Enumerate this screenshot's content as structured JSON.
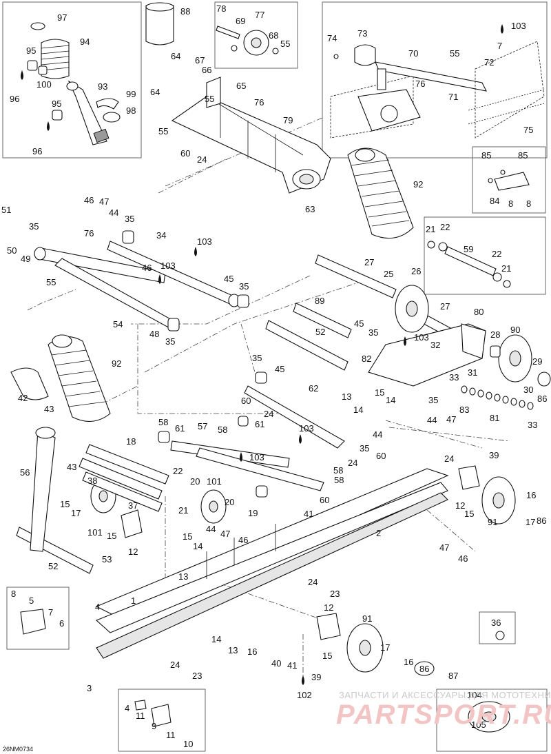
{
  "diagram_code": "26NM0734",
  "watermark": {
    "line1": "ЗАПЧАСТИ И АКСЕССУАРЫ ДЛЯ МОТОТЕХНИКИ",
    "line2": "PARTSPORT.RU"
  },
  "callouts": [
    {
      "id": "c97",
      "text": "97"
    },
    {
      "id": "c88",
      "text": "88"
    },
    {
      "id": "c78",
      "text": "78"
    },
    {
      "id": "c69",
      "text": "69"
    },
    {
      "id": "c77",
      "text": "77"
    },
    {
      "id": "c68",
      "text": "68"
    },
    {
      "id": "c55a",
      "text": "55"
    },
    {
      "id": "c74",
      "text": "74"
    },
    {
      "id": "c73",
      "text": "73"
    },
    {
      "id": "c70",
      "text": "70"
    },
    {
      "id": "c103a",
      "text": "103"
    },
    {
      "id": "c7a",
      "text": "7"
    },
    {
      "id": "c55b",
      "text": "55"
    },
    {
      "id": "c72",
      "text": "72"
    },
    {
      "id": "c76a",
      "text": "76"
    },
    {
      "id": "c71",
      "text": "71"
    },
    {
      "id": "c75",
      "text": "75"
    },
    {
      "id": "c94",
      "text": "94"
    },
    {
      "id": "c95a",
      "text": "95"
    },
    {
      "id": "c100",
      "text": "100"
    },
    {
      "id": "c96a",
      "text": "96"
    },
    {
      "id": "c93",
      "text": "93"
    },
    {
      "id": "c99",
      "text": "99"
    },
    {
      "id": "c98",
      "text": "98"
    },
    {
      "id": "c95b",
      "text": "95"
    },
    {
      "id": "c96b",
      "text": "96"
    },
    {
      "id": "c64a",
      "text": "64"
    },
    {
      "id": "c67",
      "text": "67"
    },
    {
      "id": "c66",
      "text": "66"
    },
    {
      "id": "c65",
      "text": "65"
    },
    {
      "id": "c55c",
      "text": "55"
    },
    {
      "id": "c76b",
      "text": "76"
    },
    {
      "id": "c64b",
      "text": "64"
    },
    {
      "id": "c79",
      "text": "79"
    },
    {
      "id": "c55d",
      "text": "55"
    },
    {
      "id": "c60a",
      "text": "60"
    },
    {
      "id": "c24a",
      "text": "24"
    },
    {
      "id": "c63",
      "text": "63"
    },
    {
      "id": "c92a",
      "text": "92"
    },
    {
      "id": "c85a",
      "text": "85"
    },
    {
      "id": "c85b",
      "text": "85"
    },
    {
      "id": "c84",
      "text": "84"
    },
    {
      "id": "c8a",
      "text": "8"
    },
    {
      "id": "c8b",
      "text": "8"
    },
    {
      "id": "c51",
      "text": "51"
    },
    {
      "id": "c46a",
      "text": "46"
    },
    {
      "id": "c47a",
      "text": "47"
    },
    {
      "id": "c44a",
      "text": "44"
    },
    {
      "id": "c35a",
      "text": "35"
    },
    {
      "id": "c35b",
      "text": "35"
    },
    {
      "id": "c50",
      "text": "50"
    },
    {
      "id": "c49",
      "text": "49"
    },
    {
      "id": "c76c",
      "text": "76"
    },
    {
      "id": "c34",
      "text": "34"
    },
    {
      "id": "c103b",
      "text": "103"
    },
    {
      "id": "c46b",
      "text": "46"
    },
    {
      "id": "c103c",
      "text": "103"
    },
    {
      "id": "c55e",
      "text": "55"
    },
    {
      "id": "c45a",
      "text": "45"
    },
    {
      "id": "c35c",
      "text": "35"
    },
    {
      "id": "c54",
      "text": "54"
    },
    {
      "id": "c48",
      "text": "48"
    },
    {
      "id": "c35d",
      "text": "35"
    },
    {
      "id": "c21a",
      "text": "21"
    },
    {
      "id": "c22a",
      "text": "22"
    },
    {
      "id": "c59",
      "text": "59"
    },
    {
      "id": "c22b",
      "text": "22"
    },
    {
      "id": "c21b",
      "text": "21"
    },
    {
      "id": "c27a",
      "text": "27"
    },
    {
      "id": "c25",
      "text": "25"
    },
    {
      "id": "c26",
      "text": "26"
    },
    {
      "id": "c89",
      "text": "89"
    },
    {
      "id": "c27b",
      "text": "27"
    },
    {
      "id": "c80",
      "text": "80"
    },
    {
      "id": "c45b",
      "text": "45"
    },
    {
      "id": "c35e",
      "text": "35"
    },
    {
      "id": "c103d",
      "text": "103"
    },
    {
      "id": "c28",
      "text": "28"
    },
    {
      "id": "c90",
      "text": "90"
    },
    {
      "id": "c52a",
      "text": "52"
    },
    {
      "id": "c32",
      "text": "32"
    },
    {
      "id": "c82",
      "text": "82"
    },
    {
      "id": "c29",
      "text": "29"
    },
    {
      "id": "c33a",
      "text": "33"
    },
    {
      "id": "c31",
      "text": "31"
    },
    {
      "id": "c30",
      "text": "30"
    },
    {
      "id": "c86a",
      "text": "86"
    },
    {
      "id": "c92b",
      "text": "92"
    },
    {
      "id": "c35f",
      "text": "35"
    },
    {
      "id": "c45c",
      "text": "45"
    },
    {
      "id": "c62",
      "text": "62"
    },
    {
      "id": "c42",
      "text": "42"
    },
    {
      "id": "c43a",
      "text": "43"
    },
    {
      "id": "c60b",
      "text": "60"
    },
    {
      "id": "c13a",
      "text": "13"
    },
    {
      "id": "c15a",
      "text": "15"
    },
    {
      "id": "c14a",
      "text": "14"
    },
    {
      "id": "c35g",
      "text": "35"
    },
    {
      "id": "c83",
      "text": "83"
    },
    {
      "id": "c81",
      "text": "81"
    },
    {
      "id": "c33b",
      "text": "33"
    },
    {
      "id": "c24b",
      "text": "24"
    },
    {
      "id": "c14b",
      "text": "14"
    },
    {
      "id": "c58a",
      "text": "58"
    },
    {
      "id": "c61a",
      "text": "61"
    },
    {
      "id": "c57",
      "text": "57"
    },
    {
      "id": "c58b",
      "text": "58"
    },
    {
      "id": "c61b",
      "text": "61"
    },
    {
      "id": "c103e",
      "text": "103"
    },
    {
      "id": "c44b",
      "text": "44"
    },
    {
      "id": "c35h",
      "text": "35"
    },
    {
      "id": "c44c",
      "text": "44"
    },
    {
      "id": "c47b",
      "text": "47"
    },
    {
      "id": "c24c",
      "text": "24"
    },
    {
      "id": "c39",
      "text": "39"
    },
    {
      "id": "c60c",
      "text": "60"
    },
    {
      "id": "c24d",
      "text": "24"
    },
    {
      "id": "c56",
      "text": "56"
    },
    {
      "id": "c18",
      "text": "18"
    },
    {
      "id": "c43b",
      "text": "43"
    },
    {
      "id": "c103f",
      "text": "103"
    },
    {
      "id": "c58c",
      "text": "58"
    },
    {
      "id": "c38",
      "text": "38"
    },
    {
      "id": "c22c",
      "text": "22"
    },
    {
      "id": "c20a",
      "text": "20"
    },
    {
      "id": "c101a",
      "text": "101"
    },
    {
      "id": "c58d",
      "text": "58"
    },
    {
      "id": "c12a",
      "text": "12"
    },
    {
      "id": "c15b",
      "text": "15"
    },
    {
      "id": "c37",
      "text": "37"
    },
    {
      "id": "c21c",
      "text": "21"
    },
    {
      "id": "c20b",
      "text": "20"
    },
    {
      "id": "c60d",
      "text": "60"
    },
    {
      "id": "c41a",
      "text": "41"
    },
    {
      "id": "c15c",
      "text": "15"
    },
    {
      "id": "c17a",
      "text": "17"
    },
    {
      "id": "c19",
      "text": "19"
    },
    {
      "id": "c16a",
      "text": "16"
    },
    {
      "id": "c101b",
      "text": "101"
    },
    {
      "id": "c15d",
      "text": "15"
    },
    {
      "id": "c2",
      "text": "2"
    },
    {
      "id": "c91a",
      "text": "91"
    },
    {
      "id": "c17b",
      "text": "17"
    },
    {
      "id": "c86b",
      "text": "86"
    },
    {
      "id": "c12b",
      "text": "12"
    },
    {
      "id": "c44d",
      "text": "44"
    },
    {
      "id": "c47c",
      "text": "47"
    },
    {
      "id": "c46c",
      "text": "46"
    },
    {
      "id": "c15e",
      "text": "15"
    },
    {
      "id": "c14c",
      "text": "14"
    },
    {
      "id": "c47d",
      "text": "47"
    },
    {
      "id": "c46d",
      "text": "46"
    },
    {
      "id": "c53",
      "text": "53"
    },
    {
      "id": "c52b",
      "text": "52"
    },
    {
      "id": "c13b",
      "text": "13"
    },
    {
      "id": "c24e",
      "text": "24"
    },
    {
      "id": "c23a",
      "text": "23"
    },
    {
      "id": "c8c",
      "text": "8"
    },
    {
      "id": "c5",
      "text": "5"
    },
    {
      "id": "c1",
      "text": "1"
    },
    {
      "id": "c4a",
      "text": "4"
    },
    {
      "id": "c7b",
      "text": "7"
    },
    {
      "id": "c6",
      "text": "6"
    },
    {
      "id": "c12c",
      "text": "12"
    },
    {
      "id": "c91b",
      "text": "91"
    },
    {
      "id": "c36",
      "text": "36"
    },
    {
      "id": "c14d",
      "text": "14"
    },
    {
      "id": "c13c",
      "text": "13"
    },
    {
      "id": "c16b",
      "text": "16"
    },
    {
      "id": "c15f",
      "text": "15"
    },
    {
      "id": "c17c",
      "text": "17"
    },
    {
      "id": "c24f",
      "text": "24"
    },
    {
      "id": "c23b",
      "text": "23"
    },
    {
      "id": "c40",
      "text": "40"
    },
    {
      "id": "c41b",
      "text": "41"
    },
    {
      "id": "c39b",
      "text": "39"
    },
    {
      "id": "c16c",
      "text": "16"
    },
    {
      "id": "c86c",
      "text": "86"
    },
    {
      "id": "c3",
      "text": "3"
    },
    {
      "id": "c102",
      "text": "102"
    },
    {
      "id": "c87",
      "text": "87"
    },
    {
      "id": "c104",
      "text": "104"
    },
    {
      "id": "c4b",
      "text": "4"
    },
    {
      "id": "c11a",
      "text": "11"
    },
    {
      "id": "c9",
      "text": "9"
    },
    {
      "id": "c11b",
      "text": "11"
    },
    {
      "id": "c105",
      "text": "105"
    },
    {
      "id": "c10",
      "text": "10"
    }
  ]
}
